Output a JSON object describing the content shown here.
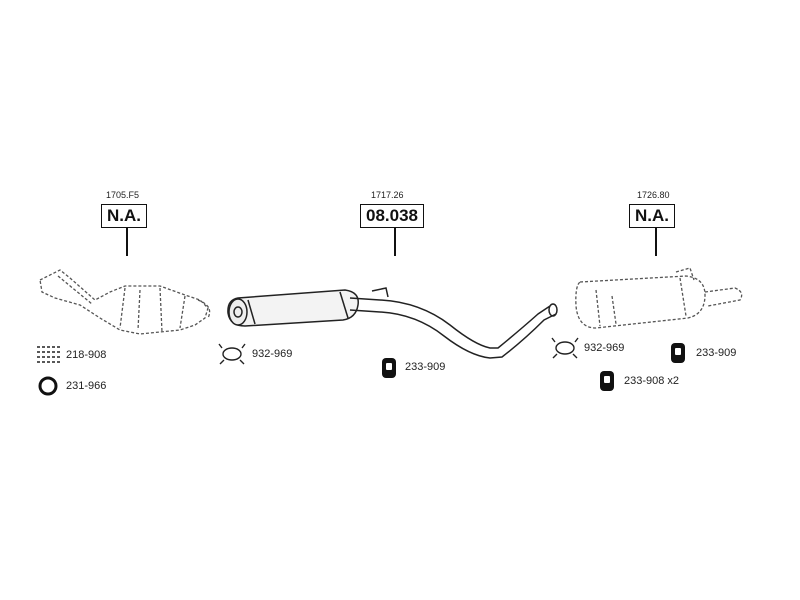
{
  "assemblies": [
    {
      "ref": "1705.F5",
      "code": "N.A."
    },
    {
      "ref": "1717.26",
      "code": "08.038"
    },
    {
      "ref": "1726.80",
      "code": "N.A."
    }
  ],
  "parts": [
    {
      "number": "218-908",
      "icon": "bolt-set-icon"
    },
    {
      "number": "231-966",
      "icon": "gasket-ring-icon"
    },
    {
      "number": "932-969",
      "icon": "clamp-icon"
    },
    {
      "number": "233-909",
      "icon": "rubber-mount-icon"
    },
    {
      "number": "932-969",
      "icon": "clamp-icon"
    },
    {
      "number": "233-909",
      "icon": "rubber-mount-icon"
    },
    {
      "number": "233-908 x2",
      "icon": "rubber-mount-icon"
    }
  ]
}
